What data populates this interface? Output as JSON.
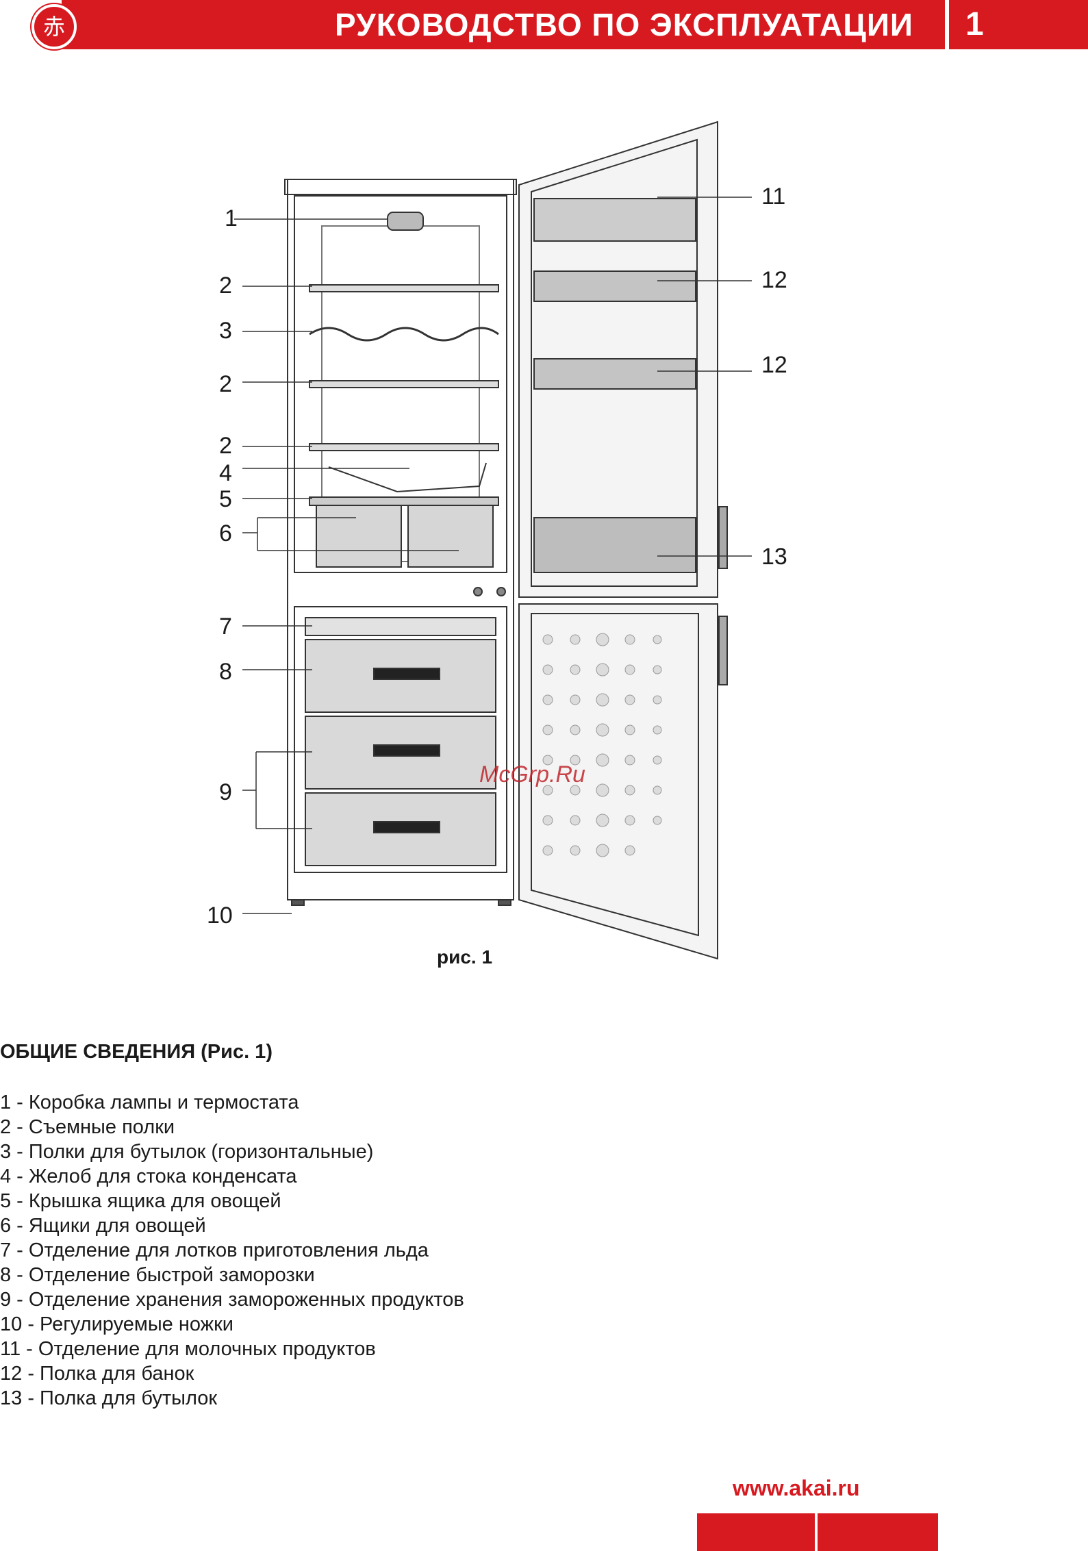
{
  "header": {
    "logo_glyph": "赤",
    "title": "РУКОВОДСТВО ПО ЭКСПЛУАТАЦИИ",
    "page_number": "1"
  },
  "figure": {
    "caption": "рис. 1",
    "callouts": [
      "1",
      "2",
      "3",
      "2",
      "2",
      "4",
      "5",
      "6",
      "7",
      "8",
      "9",
      "10",
      "11",
      "12",
      "12",
      "13"
    ],
    "watermark": "McGrp.Ru"
  },
  "section": {
    "title": "ОБЩИЕ СВЕДЕНИЯ (Рис. 1)",
    "items": [
      "1 - Коробка лампы и термостата",
      "2 - Съемные полки",
      "3 - Полки для бутылок (горизонтальные)",
      "4 - Желоб для стока конденсата",
      "5 - Крышка ящика для овощей",
      "6 - Ящики для овощей",
      "7 - Отделение для лотков приготовления льда",
      "8 - Отделение быстрой заморозки",
      "9 - Отделение хранения замороженных продуктов",
      "10 - Регулируемые ножки",
      "11 - Отделение для молочных продуктов",
      "12 - Полка для банок",
      "13 - Полка для бутылок"
    ]
  },
  "footer": {
    "website": "www.akai.ru"
  },
  "colors": {
    "brand_red": "#d71920",
    "line": "#333333"
  }
}
